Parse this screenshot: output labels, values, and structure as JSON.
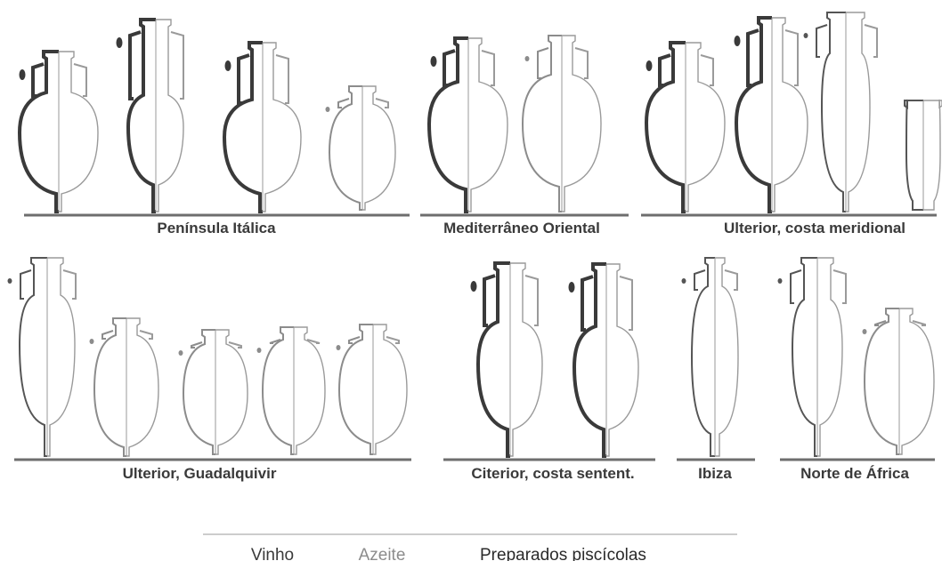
{
  "colors": {
    "vinho": "#3a3a3a",
    "azeite": "#8c8c8c",
    "preparados": "#555555",
    "baseline": "#6e6e6e",
    "outline": "#9a9a9a"
  },
  "groups": [
    {
      "label": "Península Itálica",
      "icon": "amphora-icon"
    },
    {
      "label": "Mediterrâneo Oriental",
      "icon": "amphora-icon"
    },
    {
      "label": "Ulterior, costa meridional",
      "icon": "amphora-icon"
    },
    {
      "label": "Ulterior, Guadalquivir",
      "icon": "amphora-icon"
    },
    {
      "label": "Citerior, costa sentent.",
      "icon": "amphora-icon"
    },
    {
      "label": "Ibiza",
      "icon": "amphora-icon"
    },
    {
      "label": "Norte de África",
      "icon": "amphora-icon"
    }
  ],
  "legend": {
    "items": [
      {
        "label": "Vinho",
        "color": "#3a3a3a"
      },
      {
        "label": "Azeite",
        "color": "#8c8c8c"
      },
      {
        "label": "Preparados piscícolas",
        "color": "#2a2a2a"
      }
    ]
  }
}
